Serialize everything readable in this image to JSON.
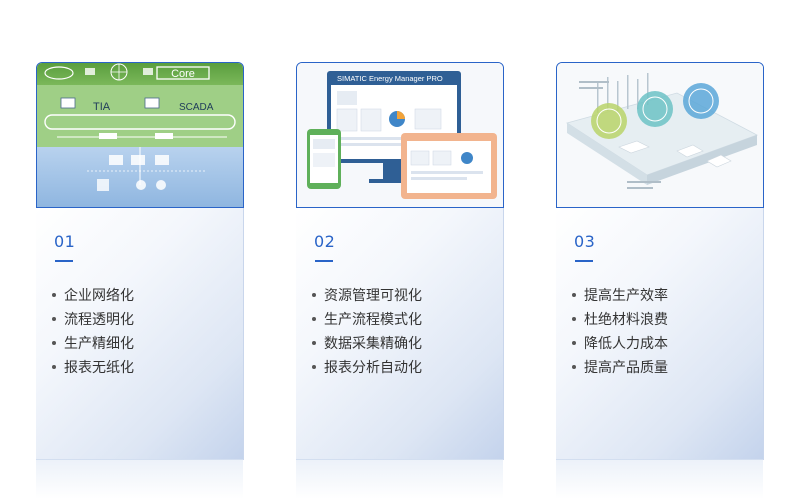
{
  "cards": [
    {
      "number": "01",
      "image": {
        "top_labels": [
          "Core"
        ],
        "labels": [
          "TIA",
          "SCADA"
        ]
      },
      "items": [
        "企业网络化",
        "流程透明化",
        "生产精细化",
        "报表无纸化"
      ]
    },
    {
      "number": "02",
      "image": {
        "monitor_title": "SIMATIC Energy Manager PRO"
      },
      "items": [
        "资源管理可视化",
        "生产流程模式化",
        "数据采集精确化",
        "报表分析自动化"
      ]
    },
    {
      "number": "03",
      "image": {},
      "items": [
        "提高生产效率",
        "杜绝材料浪费",
        "降低人力成本",
        "提高产品质量"
      ]
    }
  ],
  "colors": {
    "accent": "#2a64c8",
    "text": "#333333",
    "green": "#6aa84f",
    "light_blue": "#a9c8ec"
  }
}
